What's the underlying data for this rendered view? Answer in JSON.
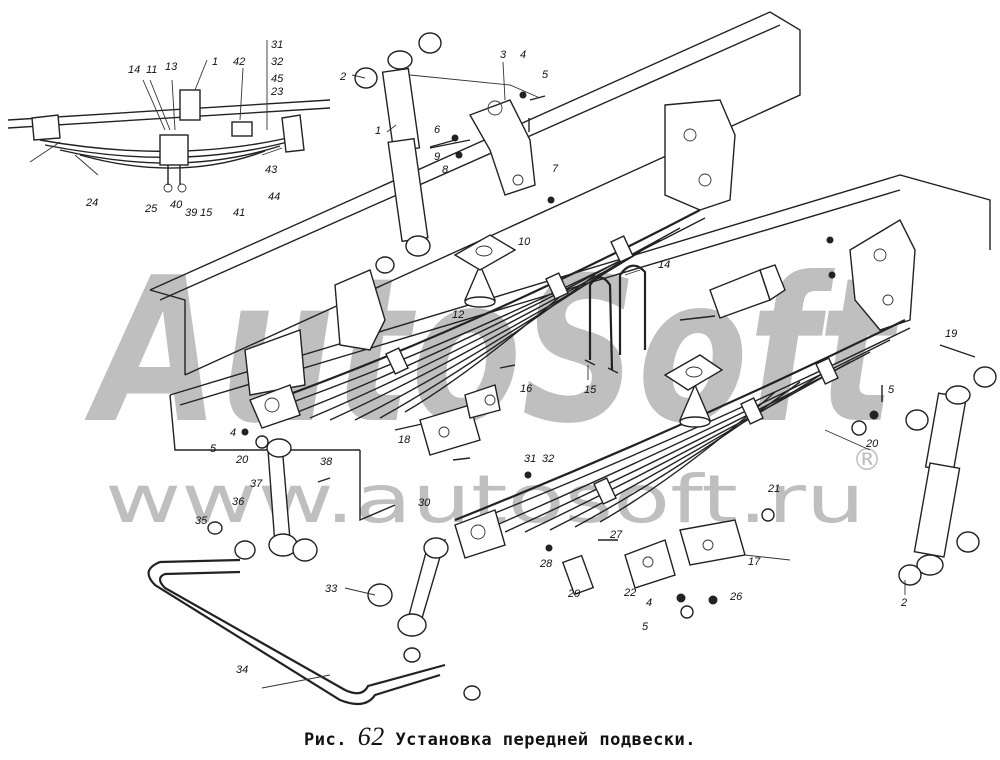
{
  "caption": {
    "prefix": "Рис.",
    "number": "62",
    "title": "Установка передней подвески."
  },
  "watermark": {
    "brand": "AutoSoft",
    "url": "www.autosoft.ru",
    "registered": "®"
  },
  "inset_labels": [
    "14",
    "11",
    "13",
    "1",
    "42",
    "31",
    "32",
    "45",
    "23",
    "43",
    "44",
    "24",
    "25",
    "40",
    "39",
    "15",
    "41"
  ],
  "part_labels": {
    "p1": "1",
    "p2a": "2",
    "p2b": "2",
    "p3": "3",
    "p4a": "4",
    "p4b": "4",
    "p4c": "4",
    "p5a": "5",
    "p5b": "5",
    "p5c": "5",
    "p5d": "5",
    "p6": "6",
    "p7": "7",
    "p8": "8",
    "p9": "9",
    "p10": "10",
    "p12": "12",
    "p14": "14",
    "p15": "15",
    "p16": "16",
    "p17": "17",
    "p18": "18",
    "p19": "19",
    "p20a": "20",
    "p20b": "20",
    "p21": "21",
    "p22": "22",
    "p26": "26",
    "p27": "27",
    "p28": "28",
    "p29": "29",
    "p30": "30",
    "p31": "31",
    "p32": "32",
    "p33": "33",
    "p34": "34",
    "p35": "35",
    "p36": "36",
    "p37": "37",
    "p38": "38"
  }
}
